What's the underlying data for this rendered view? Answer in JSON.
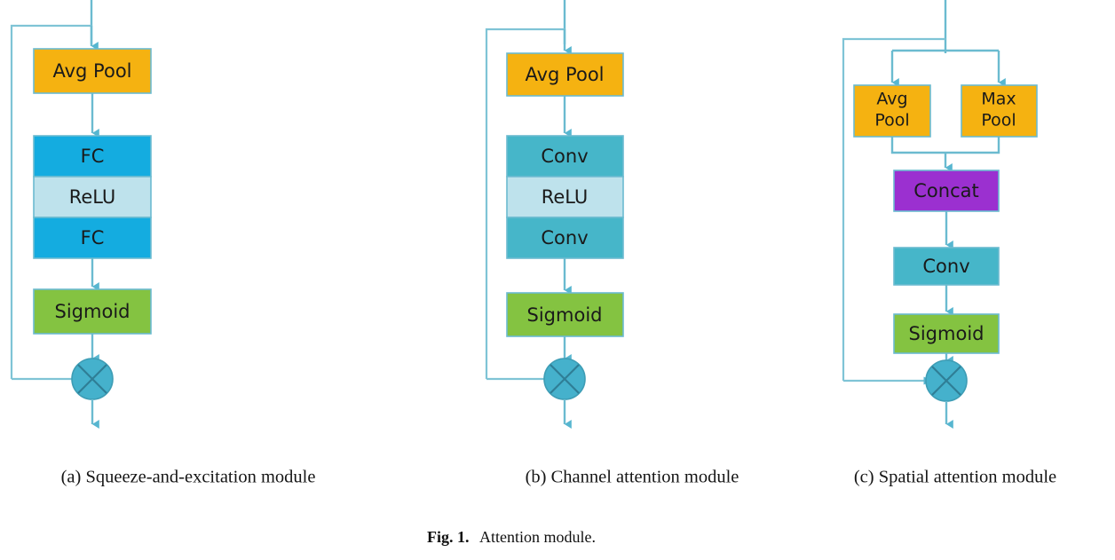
{
  "figure": {
    "caption_bold": "Fig. 1.",
    "caption_text": "Attention module."
  },
  "colors": {
    "pool_orange": "#F5B211",
    "fc_blue": "#14ACE0",
    "conv_teal": "#46B6C9",
    "relu_light": "#BEE2EC",
    "sigmoid_green": "#84C341",
    "concat_purple": "#9B30D0",
    "multiply_circle": "#45B1CC",
    "line_blue": "#6BBBD0",
    "text_dark": "#1a1a1a",
    "background": "#ffffff"
  },
  "panels": [
    {
      "id": "a",
      "caption": "(a) Squeeze-and-excitation module",
      "nodes": [
        {
          "name": "avg-pool",
          "label": "Avg Pool",
          "type": "pool"
        },
        {
          "name": "fc-1",
          "label": "FC",
          "type": "fc"
        },
        {
          "name": "relu",
          "label": "ReLU",
          "type": "relu"
        },
        {
          "name": "fc-2",
          "label": "FC",
          "type": "fc"
        },
        {
          "name": "sigmoid",
          "label": "Sigmoid",
          "type": "sigmoid"
        },
        {
          "name": "multiply",
          "label": "multiply",
          "type": "operator"
        }
      ]
    },
    {
      "id": "b",
      "caption": "(b) Channel attention module",
      "nodes": [
        {
          "name": "avg-pool",
          "label": "Avg Pool",
          "type": "pool"
        },
        {
          "name": "conv-1",
          "label": "Conv",
          "type": "conv"
        },
        {
          "name": "relu",
          "label": "ReLU",
          "type": "relu"
        },
        {
          "name": "conv-2",
          "label": "Conv",
          "type": "conv"
        },
        {
          "name": "sigmoid",
          "label": "Sigmoid",
          "type": "sigmoid"
        },
        {
          "name": "multiply",
          "label": "multiply",
          "type": "operator"
        }
      ]
    },
    {
      "id": "c",
      "caption": "(c) Spatial attention module",
      "nodes": [
        {
          "name": "avg-pool",
          "label_line1": "Avg",
          "label_line2": "Pool",
          "type": "pool"
        },
        {
          "name": "max-pool",
          "label_line1": "Max",
          "label_line2": "Pool",
          "type": "pool"
        },
        {
          "name": "concat",
          "label": "Concat",
          "type": "concat"
        },
        {
          "name": "conv",
          "label": "Conv",
          "type": "conv"
        },
        {
          "name": "sigmoid",
          "label": "Sigmoid",
          "type": "sigmoid"
        },
        {
          "name": "multiply",
          "label": "multiply",
          "type": "operator"
        }
      ]
    }
  ]
}
